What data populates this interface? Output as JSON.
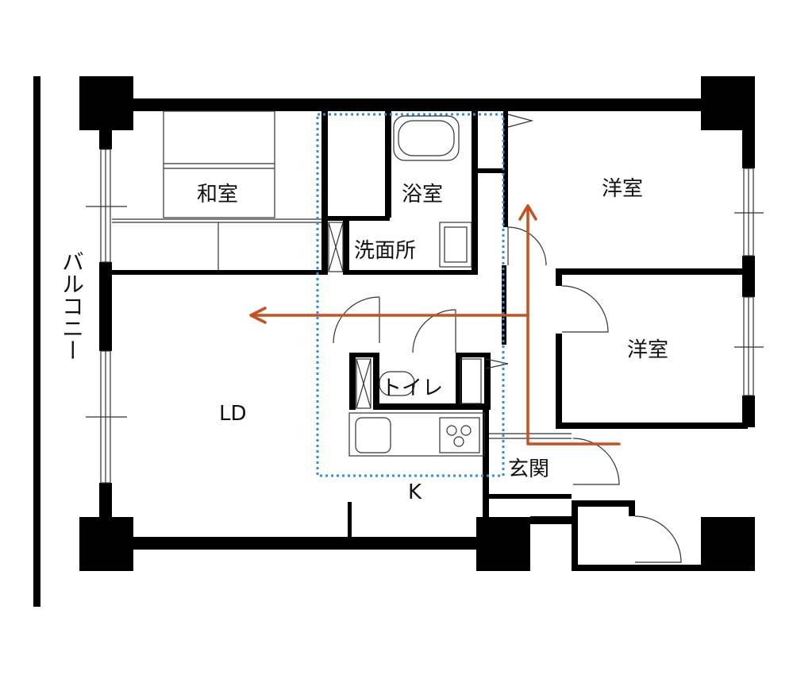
{
  "floor_plan": {
    "rooms": {
      "washitsu": "和室",
      "bath": "浴室",
      "western_top": "洋室",
      "western_mid": "洋室",
      "washroom": "洗面所",
      "toilet": "トイレ",
      "ld": "LD",
      "kitchen": "K",
      "entrance": "玄関"
    },
    "balcony": "バルコニー"
  },
  "colors": {
    "wall": "#000000",
    "line": "#333333",
    "highlight_box": "#2f8fe0",
    "route_arrow": "#c8501e"
  }
}
